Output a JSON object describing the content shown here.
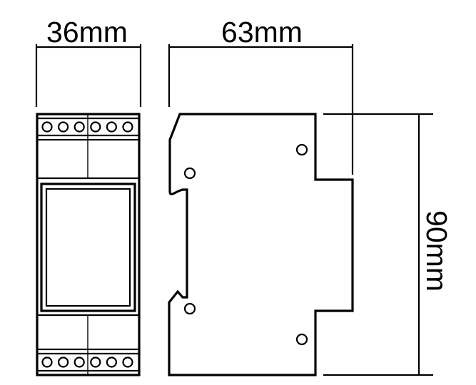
{
  "dimensions": {
    "width_label": "36mm",
    "depth_label": "63mm",
    "height_label": "90mm"
  },
  "front_view": {
    "terminals_top": 6,
    "terminals_bottom": 6
  }
}
